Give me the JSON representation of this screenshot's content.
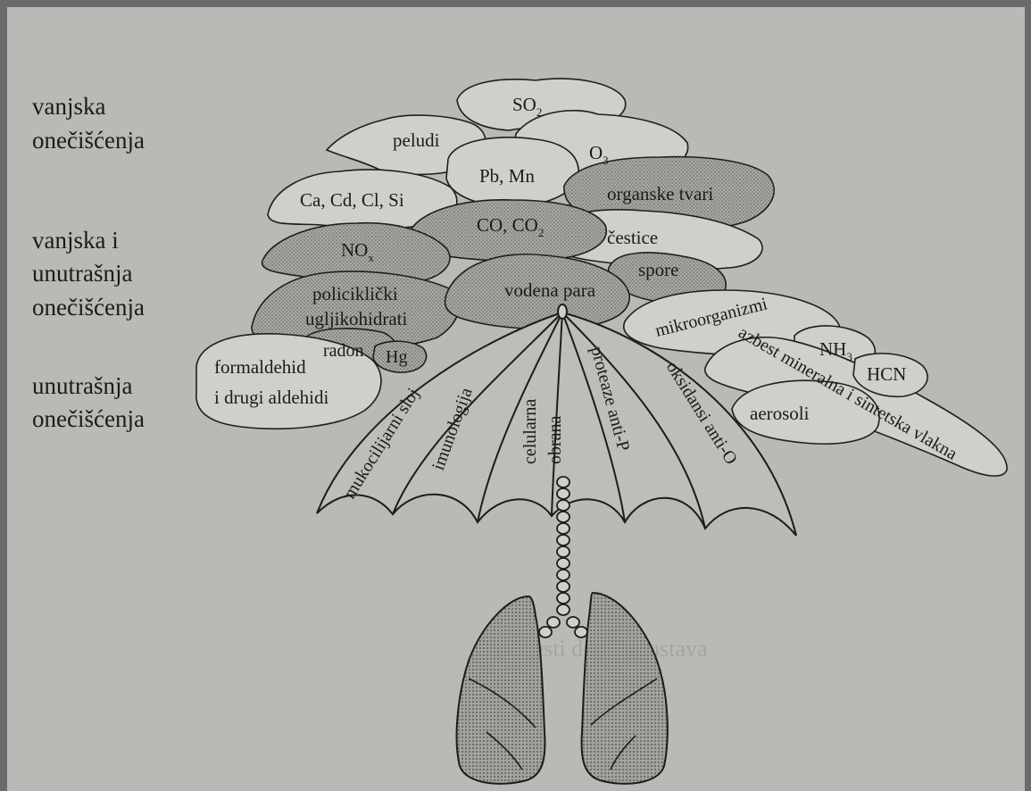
{
  "categories": {
    "outdoor": [
      "vanjska",
      "onečišćenja"
    ],
    "mixed": [
      "vanjska i",
      "unutrašnja",
      "onečišćenja"
    ],
    "indoor": [
      "unutrašnja",
      "onečišćenja"
    ]
  },
  "pollutants": {
    "so2": "SO",
    "so2_sub": "2",
    "peludi": "peludi",
    "o3": "O",
    "o3_sub": "3",
    "pb_mn": "Pb, Mn",
    "ca": "Ca, Cd, Cl, Si",
    "organske": "organske tvari",
    "co": "CO, CO",
    "co_sub": "2",
    "cestice": "čestice",
    "nox": "NO",
    "nox_sub": "x",
    "spore": "spore",
    "policiklicki_1": "policiklički",
    "policiklicki_2": "ugljikohidrati",
    "vodena": "vodena para",
    "mikro": "mikroorganizmi",
    "nh3": "NH",
    "nh3_sub": "3",
    "radon": "radon",
    "hg": "Hg",
    "azbest": "azbest mineralna i sintetska vlakna",
    "hcn": "HCN",
    "formaldehid_1": "formaldehid",
    "formaldehid_2": "i drugi aldehidi",
    "aerosoli": "aerosoli"
  },
  "umbrella": {
    "panels": [
      "mukocilijarni sloj",
      "imunologija",
      "celularna",
      "obrana",
      "proteaze anti-P",
      "oksidansi anti-O"
    ]
  },
  "background_text": [
    "Bolesti dišnog sustava"
  ]
}
